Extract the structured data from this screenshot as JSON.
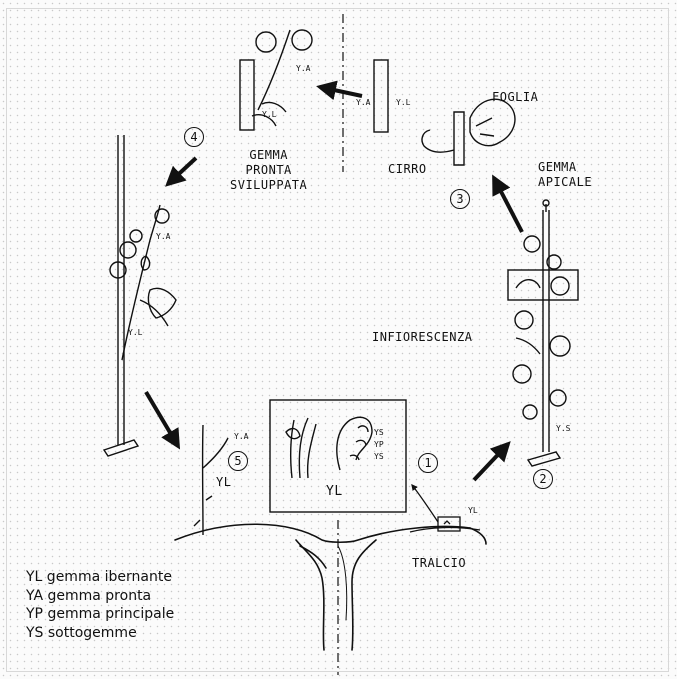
{
  "labels": {
    "gemma_pronta_sviluppata": [
      "GEMMA",
      "PRONTA",
      "SVILUPPATA"
    ],
    "foglia": "FOGLIA",
    "cirro": "CIRRO",
    "gemma_apicale": [
      "GEMMA",
      "APICALE"
    ],
    "infiorescenza": "INFIORESCENZA",
    "tralcio": "TRALCIO",
    "yl_center": "YL",
    "yl_step5": "YL"
  },
  "small_labels": {
    "top_ya": "Y.A",
    "top_yl": "Y.L",
    "top_right_ya": "Y.A",
    "top_right_yl": "Y.L",
    "left_ya": "Y.A",
    "left_yl": "Y.L",
    "step5_ya": "Y.A",
    "inset_ys_1": "YS",
    "inset_yp": "YP",
    "inset_ys_2": "YS",
    "right_ys": "Y.S",
    "tralcio_yl": "YL"
  },
  "steps": [
    "1",
    "2",
    "3",
    "4",
    "5"
  ],
  "legend": [
    "YL gemma ibernante",
    "YA gemma pronta",
    "YP gemma principale",
    "YS sottogemme"
  ],
  "colors": {
    "ink": "#111111",
    "paper": "#fbfbfb"
  }
}
